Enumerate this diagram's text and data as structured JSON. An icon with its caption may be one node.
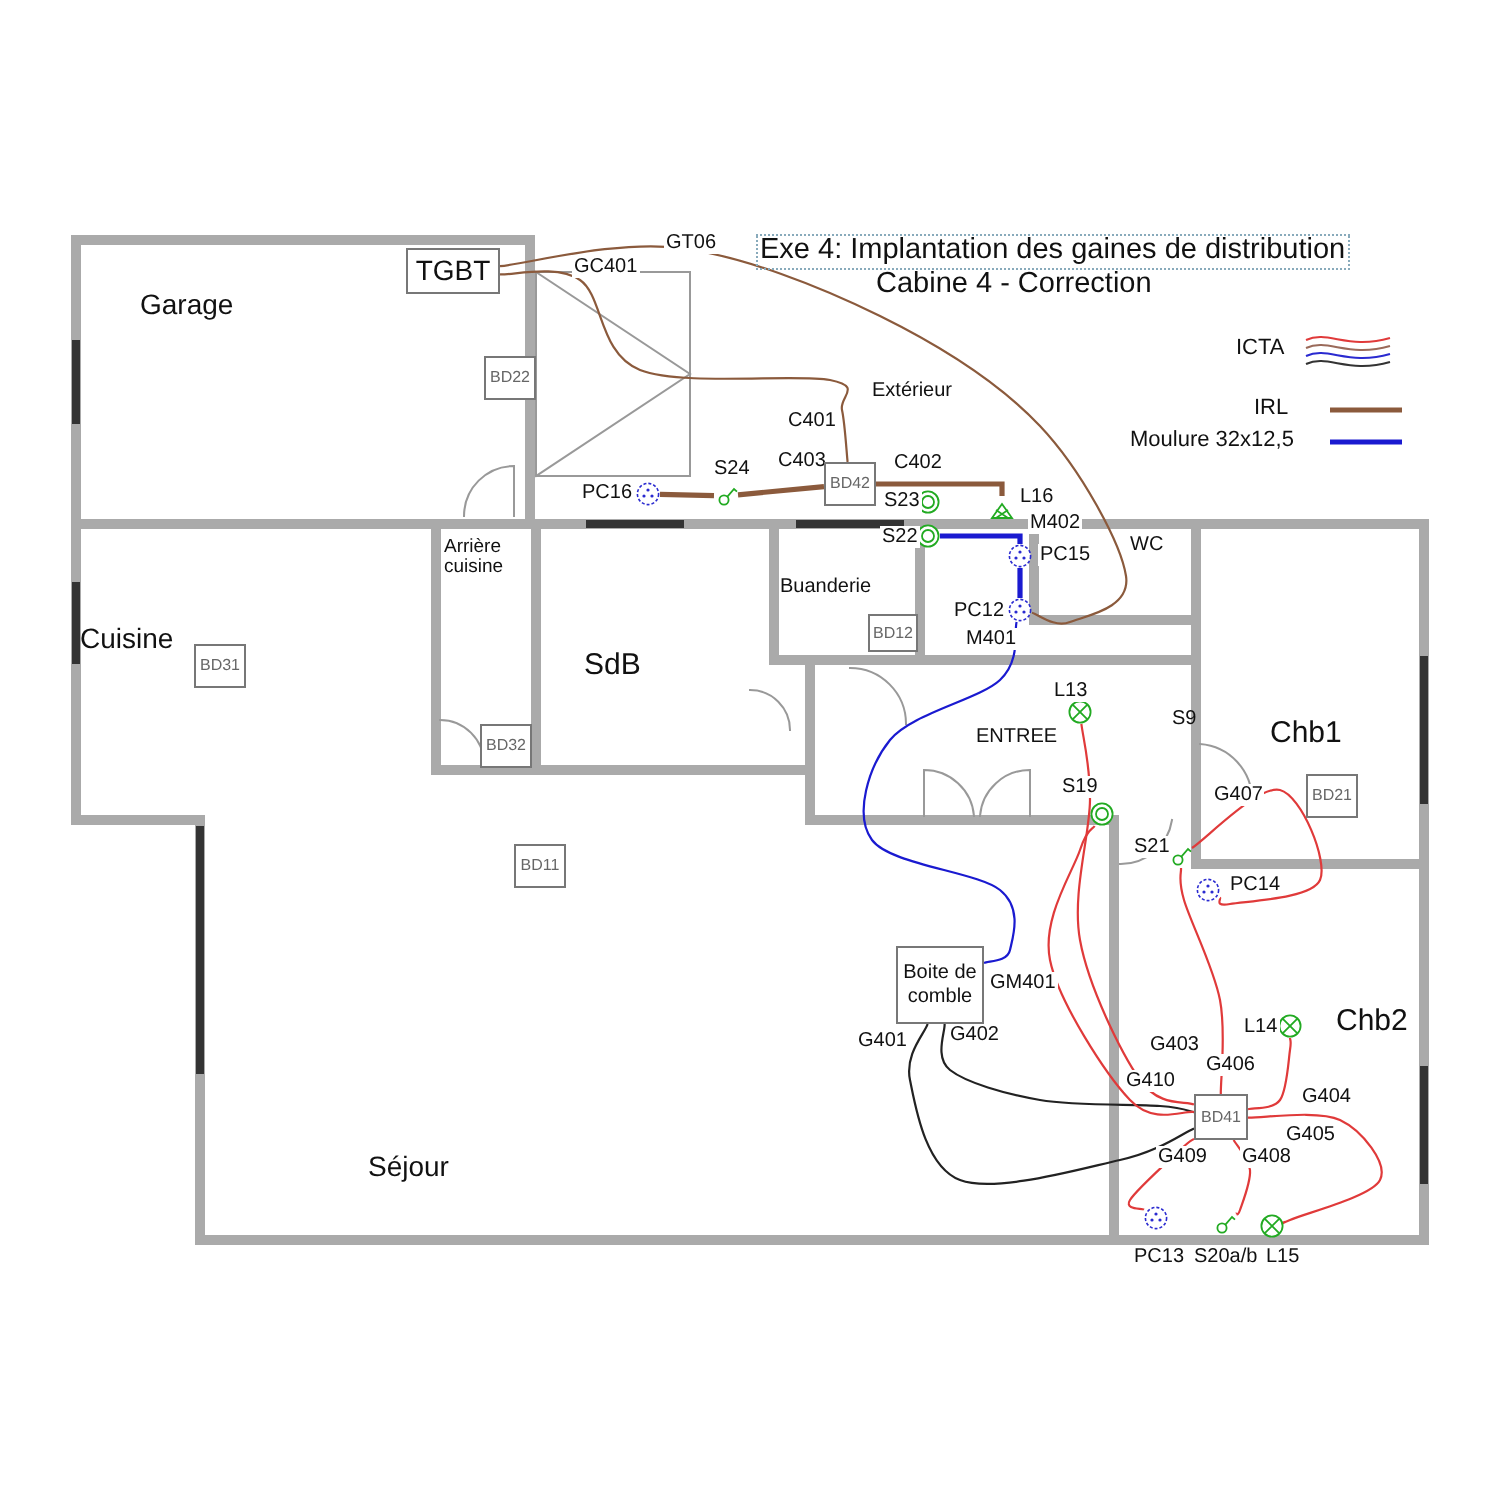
{
  "diagram": {
    "title": "Exe 4: Implantation des gaines de distribution",
    "nodes": [
      {
        "text": [
          "TGBT"
        ]
      },
      {
        "text": [
          "BD22"
        ]
      },
      {
        "text": [
          "BD42"
        ]
      },
      {
        "text": [
          "BD12"
        ]
      },
      {
        "text": [
          "BD31"
        ]
      },
      {
        "text": [
          "BD32"
        ]
      },
      {
        "text": [
          "BD11"
        ]
      },
      {
        "text": [
          "BD21"
        ]
      },
      {
        "text": [
          "BD41"
        ]
      },
      {
        "text": [
          "Boite de comble"
        ]
      },
      {
        "text": [],
        "shape": "circle",
        "beside": [
          "PC16"
        ]
      },
      {
        "text": [],
        "shape": "circle",
        "beside": [
          "S24"
        ]
      },
      {
        "text": [],
        "shape": "circle",
        "beside": [
          "S23"
        ]
      },
      {
        "text": [],
        "shape": "circle",
        "beside": [
          "L16"
        ]
      },
      {
        "text": [],
        "shape": "circle",
        "beside": [
          "S22"
        ]
      },
      {
        "text": [],
        "shape": "circle",
        "beside": [
          "PC15"
        ]
      },
      {
        "text": [],
        "shape": "circle",
        "beside": [
          "PC12"
        ]
      },
      {
        "text": [],
        "shape": "circle",
        "beside": [
          "L13"
        ]
      },
      {
        "text": [],
        "shape": "circle",
        "beside": [
          "S19"
        ]
      },
      {
        "text": [],
        "shape": "circle",
        "beside": [
          "S21"
        ]
      },
      {
        "text": [],
        "shape": "circle",
        "beside": [
          "PC14"
        ]
      },
      {
        "text": [],
        "shape": "circle",
        "beside": [
          "L14"
        ]
      },
      {
        "text": [],
        "shape": "circle",
        "beside": [
          "PC13"
        ]
      },
      {
        "text": [],
        "shape": "circle",
        "beside": [
          "S20a/b"
        ]
      },
      {
        "text": [],
        "shape": "circle",
        "beside": [
          "L15"
        ]
      }
    ],
    "edges": [
      {
        "from": 0,
        "to": 16,
        "arrow": "none",
        "label": "GT06",
        "color": "#8b5a3c"
      },
      {
        "from": 0,
        "to": 2,
        "arrow": "none",
        "label": "GC401",
        "color": "#8b5a3c"
      },
      {
        "from": 2,
        "to": 11,
        "arrow": "none",
        "label": "C403",
        "style": "thick",
        "color": "#8b5a3c"
      },
      {
        "from": 11,
        "to": 10,
        "arrow": "none",
        "style": "thick",
        "color": "#8b5a3c"
      },
      {
        "from": 2,
        "to": 13,
        "arrow": "none",
        "label": "C402",
        "style": "thick",
        "color": "#8b5a3c"
      },
      {
        "from": 14,
        "to": 15,
        "arrow": "none",
        "label": "M402",
        "style": "thick",
        "color": "#1a1ad0"
      },
      {
        "from": 15,
        "to": 16,
        "arrow": "none",
        "style": "thick",
        "color": "#1a1ad0"
      },
      {
        "from": 16,
        "to": 9,
        "arrow": "none",
        "label": "GM401",
        "color": "#1a1ad0"
      },
      {
        "from": 9,
        "to": 8,
        "arrow": "none",
        "label": "G401",
        "color": "#222222"
      },
      {
        "from": 9,
        "to": 8,
        "arrow": "none",
        "label": "G402",
        "color": "#222222"
      },
      {
        "from": 8,
        "to": 17,
        "arrow": "none",
        "label": "G403"
      },
      {
        "from": 8,
        "to": 18,
        "arrow": "none",
        "label": "G410"
      },
      {
        "from": 8,
        "to": 19,
        "arrow": "none",
        "label": "G406"
      },
      {
        "from": 19,
        "to": 20,
        "arrow": "none",
        "label": "G407"
      },
      {
        "from": 8,
        "to": 21,
        "arrow": "none",
        "label": "G404"
      },
      {
        "from": 8,
        "to": 24,
        "arrow": "none",
        "label": "G405"
      },
      {
        "from": 8,
        "to": 23,
        "arrow": "none",
        "label": "G408"
      },
      {
        "from": 8,
        "to": 22,
        "arrow": "none",
        "label": "G409"
      }
    ],
    "labels": [
      "Cabine 4 - Correction",
      "Garage",
      "Extérieur",
      "C401",
      "Arrière cuisine",
      "Buanderie",
      "WC",
      "Cuisine",
      "SdB",
      "M401",
      "S9",
      "ENTREE",
      "Chb1",
      "Chb2",
      "Séjour"
    ],
    "legend": [
      {
        "text": "ICTA"
      },
      {
        "text": "IRL"
      },
      {
        "text": "Moulure 32x12,5"
      }
    ]
  }
}
